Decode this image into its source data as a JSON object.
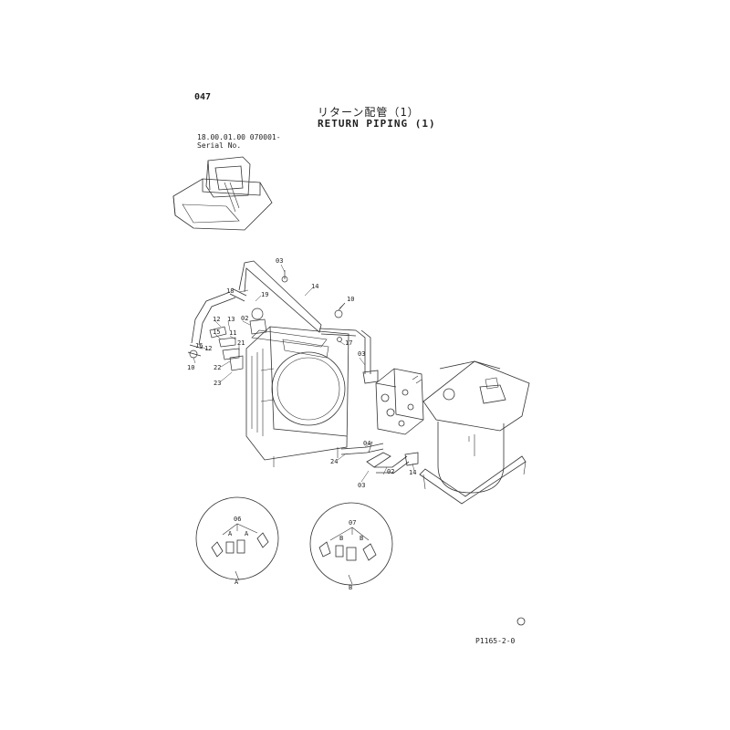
{
  "header": {
    "page_number": "047",
    "title_jp": "リターン配管（1）",
    "title_en": "RETURN PIPING (1)",
    "serial_range": "18.00.01.00 070001-",
    "serial_label": "Serial No."
  },
  "callouts": [
    "03",
    "18",
    "19",
    "14",
    "10",
    "12",
    "13",
    "02",
    "15",
    "11",
    "21",
    "16",
    "10",
    "22",
    "23",
    "12",
    "17",
    "03",
    "24",
    "04",
    "02",
    "14",
    "03",
    "06",
    "07"
  ],
  "detail_views": [
    {
      "label": "A",
      "part_number": "06"
    },
    {
      "label": "B",
      "part_number": "07"
    }
  ],
  "footer": {
    "ref_code": "P1165-2-0"
  },
  "colors": {
    "line": "#333333",
    "background": "#ffffff"
  }
}
